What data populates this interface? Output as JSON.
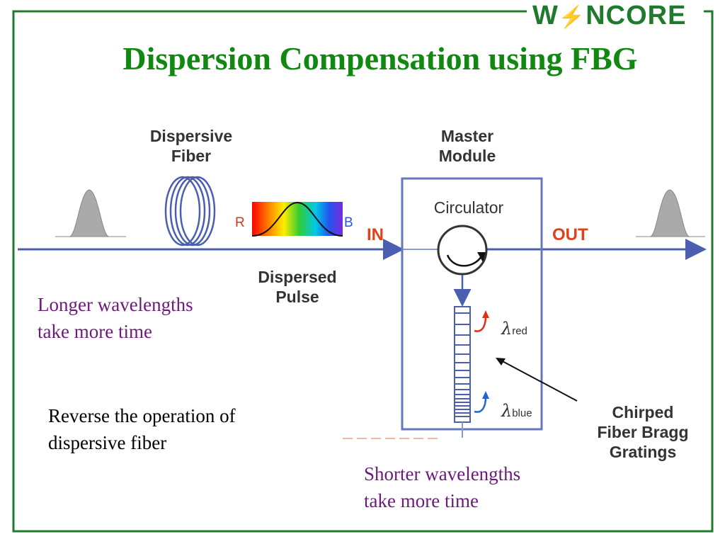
{
  "logo": {
    "left": "W",
    "right": "NCORE"
  },
  "title": "Dispersion Compensation using FBG",
  "diagram": {
    "dispersive_fiber": "Dispersive\nFiber",
    "master_module": "Master\nModule",
    "circulator": "Circulator",
    "in_label": "IN",
    "out_label": "OUT",
    "red_marker": "R",
    "blue_marker": "B",
    "dispersed_pulse": "Dispersed\nPulse",
    "lambda_symbol": "λ",
    "lambda_red": "red",
    "lambda_blue": "blue",
    "chirped_fbg": "Chirped\nFiber Bragg\nGratings"
  },
  "notes": {
    "longer": "Longer wavelengths\ntake more time",
    "reverse": "Reverse the operation of\ndispersive fiber",
    "shorter": "Shorter wavelengths\ntake more time"
  },
  "colors": {
    "title": "#118811",
    "border": "#1f7a2e",
    "arrow": "#4a5fb0",
    "in_out": "#e0401a",
    "note": "#6b1a7a"
  }
}
